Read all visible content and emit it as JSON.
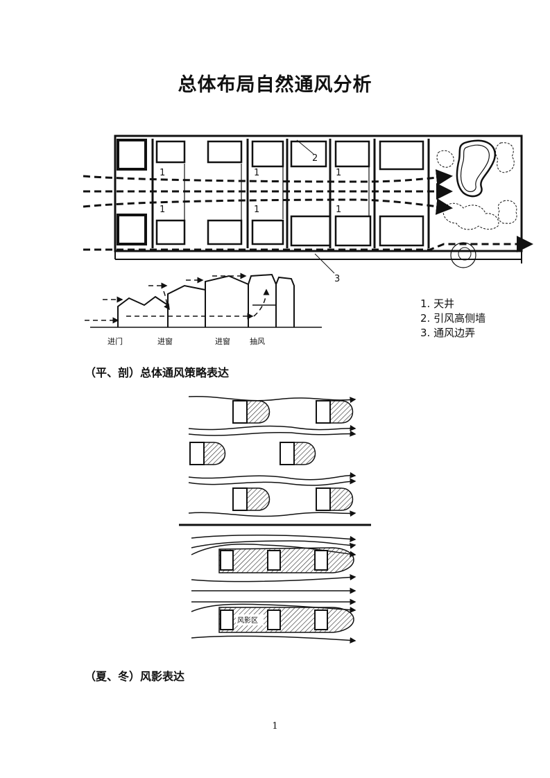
{
  "page": {
    "title": "总体布局自然通风分析",
    "page_number": "1"
  },
  "plan": {
    "room_labels": [
      "1",
      "1",
      "1",
      "1",
      "1",
      "1"
    ],
    "callouts": [
      "2",
      "3"
    ]
  },
  "section": {
    "labels": [
      "进门",
      "进窗",
      "进窗",
      "抽风"
    ]
  },
  "legend": {
    "items": [
      "1. 天井",
      "2. 引风高侧墙",
      "3. 通风边弄"
    ]
  },
  "captions": {
    "first": "（平、剖）总体通风策略表达",
    "second": "（夏、冬）风影表达"
  },
  "wind_shadow": {
    "label": "风影区"
  }
}
